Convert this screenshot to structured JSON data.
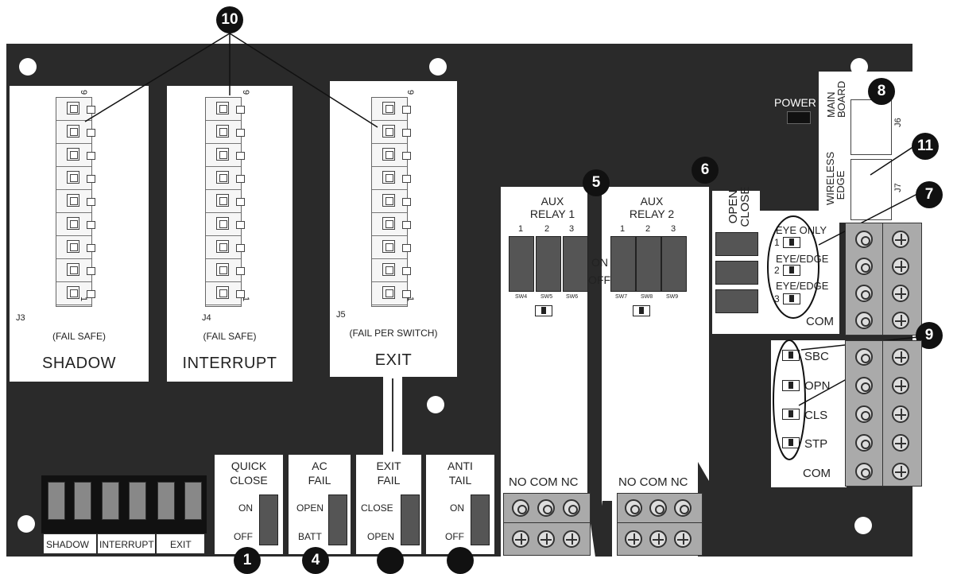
{
  "connectors": [
    {
      "id": "J3",
      "mode": "(FAIL SAFE)",
      "name": "SHADOW",
      "pin_top": "9",
      "pin_bottom": "1"
    },
    {
      "id": "J4",
      "mode": "(FAIL SAFE)",
      "name": "INTERRUPT",
      "pin_top": "9",
      "pin_bottom": "1"
    },
    {
      "id": "J5",
      "mode": "(FAIL PER SWITCH)",
      "name": "EXIT",
      "pin_top": "9",
      "pin_bottom": "1"
    }
  ],
  "power_label": "POWER",
  "main_board": {
    "line1": "MAIN",
    "line2": "BOARD",
    "jack": "J6"
  },
  "wireless_edge": {
    "line1": "WIRELESS",
    "line2": "EDGE",
    "jack": "J7"
  },
  "open_close": {
    "line1": "OPEN",
    "line2": "CLOSE"
  },
  "aux_relay_1": {
    "line1": "AUX",
    "line2": "RELAY 1",
    "nums": [
      "1",
      "2",
      "3"
    ],
    "switches": [
      "SW4",
      "SW5",
      "SW6"
    ]
  },
  "aux_relay_2": {
    "line1": "AUX",
    "line2": "RELAY 2",
    "nums": [
      "1",
      "2",
      "3"
    ],
    "switches": [
      "SW7",
      "SW8",
      "SW9"
    ]
  },
  "on_off": {
    "on": "ON",
    "off": "OFF"
  },
  "eye_settings": [
    {
      "name": "EYE ONLY",
      "num": "1"
    },
    {
      "name": "EYE/EDGE",
      "num": "2"
    },
    {
      "name": "EYE/EDGE",
      "num": "3"
    }
  ],
  "eye_com": "COM",
  "inputs": [
    "SBC",
    "OPN",
    "CLS",
    "STP"
  ],
  "inputs_com": "COM",
  "relay_terms": {
    "no": "NO",
    "com": "COM",
    "nc": "NC"
  },
  "options": [
    {
      "line1": "QUICK",
      "line2": "CLOSE",
      "top": "ON",
      "bottom": "OFF"
    },
    {
      "line1": "AC",
      "line2": "FAIL",
      "top": "OPEN",
      "bottom": "BATT"
    },
    {
      "line1": "EXIT",
      "line2": "FAIL",
      "top": "CLOSE",
      "bottom": "OPEN"
    },
    {
      "line1": "ANTI",
      "line2": "TAIL",
      "top": "ON",
      "bottom": "OFF"
    }
  ],
  "dip_labels": [
    "SHADOW",
    "INTERRUPT",
    "EXIT"
  ],
  "callouts": {
    "c10": "10",
    "c8": "8",
    "c11": "11",
    "c5": "5",
    "c6": "6",
    "c7": "7",
    "c9": "9",
    "c1": "1",
    "c4": "4"
  }
}
